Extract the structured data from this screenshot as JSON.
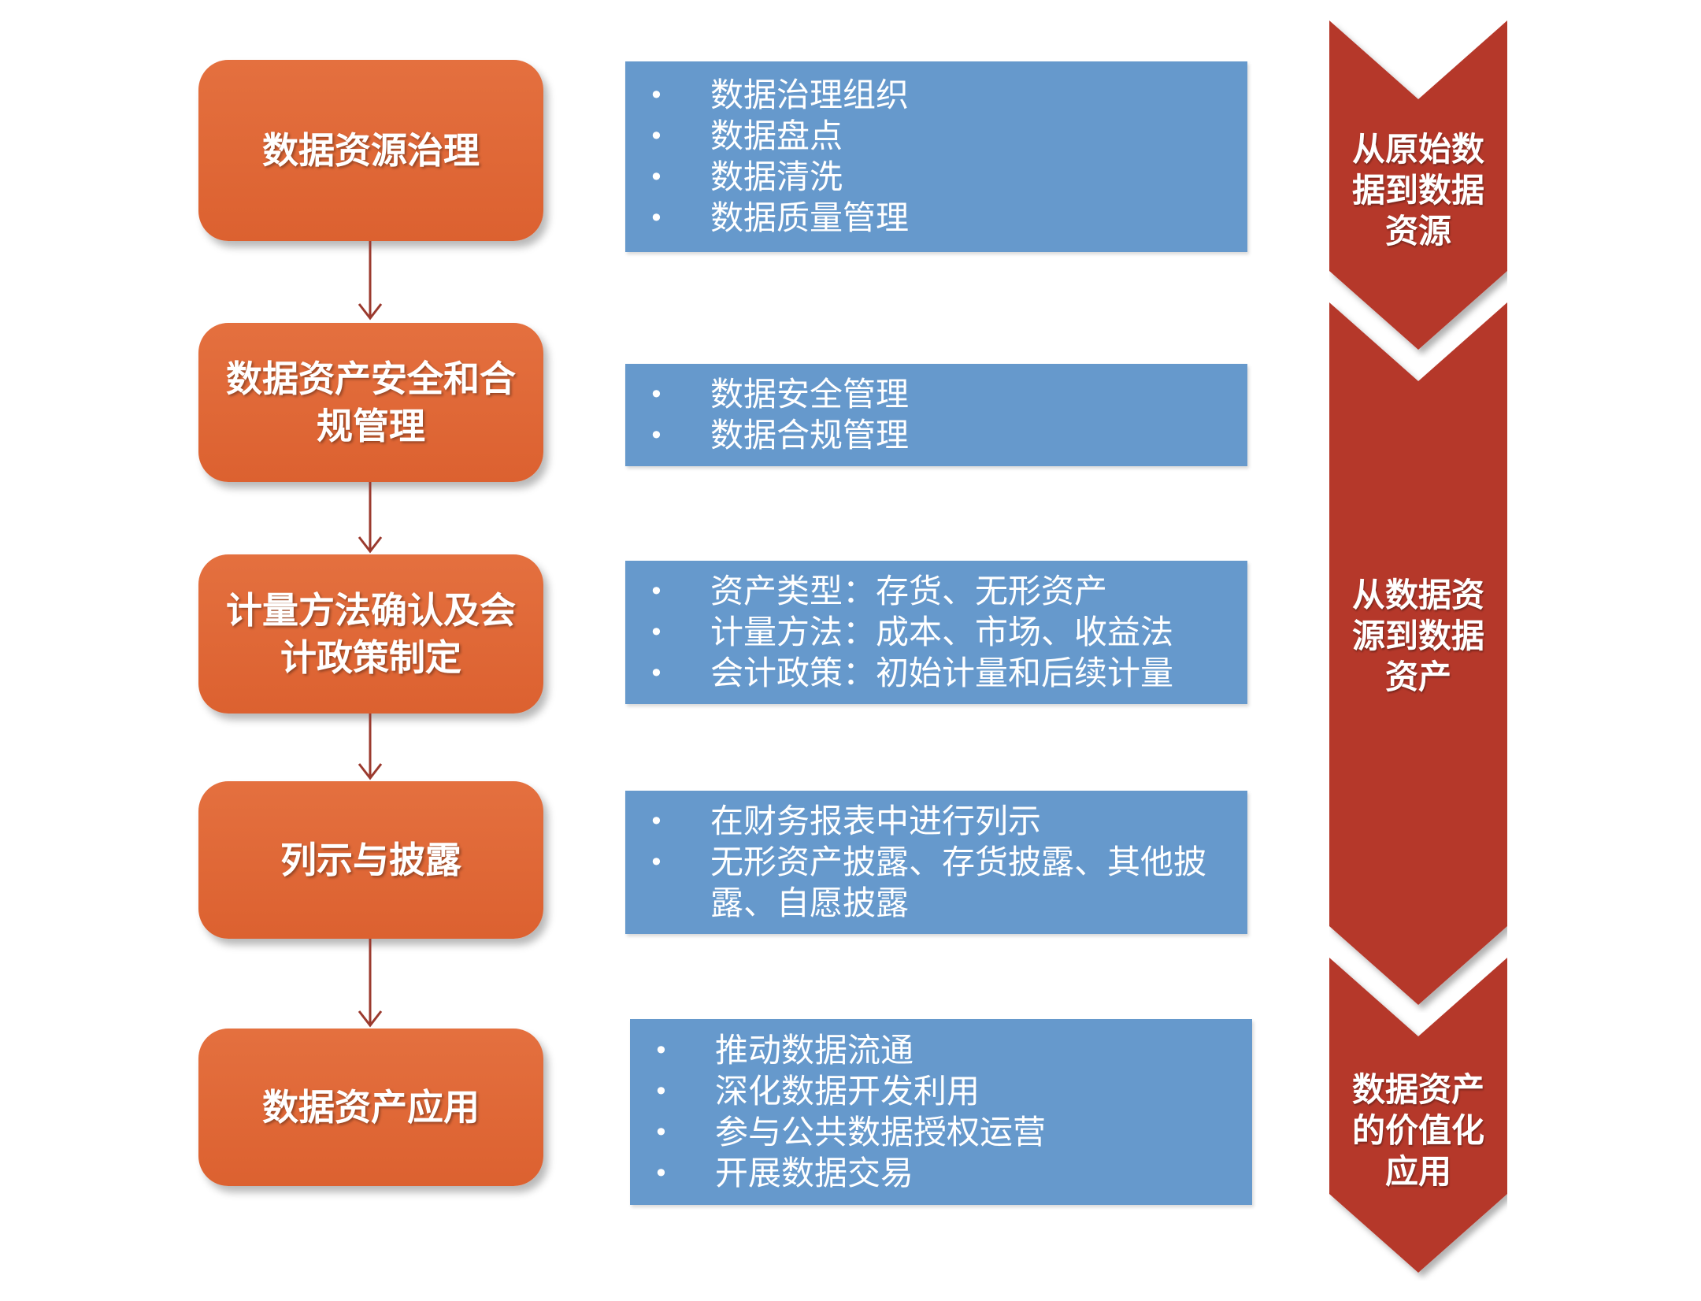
{
  "steps": [
    {
      "label": "数据资源治理"
    },
    {
      "label": "数据资产安全和合规管理"
    },
    {
      "label": "计量方法确认及会计政策制定"
    },
    {
      "label": "列示与披露"
    },
    {
      "label": "数据资产应用"
    }
  ],
  "panels": [
    {
      "items": [
        "数据治理组织",
        "数据盘点",
        "数据清洗",
        "数据质量管理"
      ]
    },
    {
      "items": [
        "数据安全管理",
        "数据合规管理"
      ]
    },
    {
      "items": [
        "资产类型：存货、无形资产",
        "计量方法：成本、市场、收益法",
        "会计政策：初始计量和后续计量"
      ]
    },
    {
      "items": [
        "在财务报表中进行列示",
        "无形资产披露、存货披露、其他披露、自愿披露"
      ]
    },
    {
      "items": [
        "推动数据流通",
        "深化数据开发利用",
        "参与公共数据授权运营",
        "开展数据交易"
      ]
    }
  ],
  "stages": [
    {
      "label": "从原始数据到数据资源"
    },
    {
      "label": "从数据资源到数据资产"
    },
    {
      "label": "数据资产的价值化应用"
    }
  ],
  "colors": {
    "step": "#e06734",
    "panel": "#6699cc",
    "chevron": "#b5372b",
    "arrow": "#9b3a2e"
  }
}
